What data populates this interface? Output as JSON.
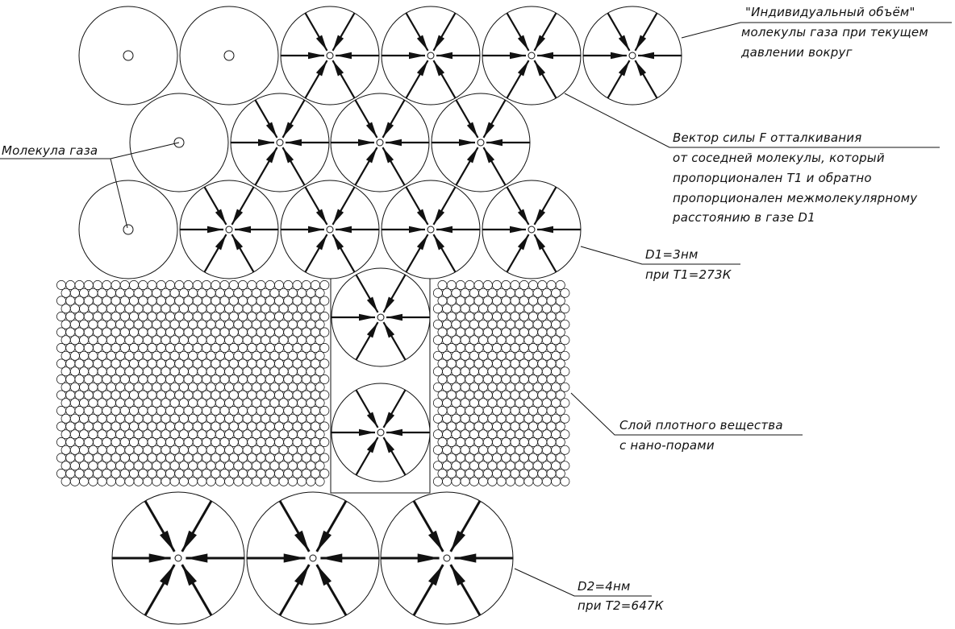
{
  "diagram": {
    "labels": {
      "individual_volume": [
        "\"Индивидуальный  объём\"",
        "молекулы газа при текущем",
        "давлении вокруг"
      ],
      "gas_molecule": "Молекула газа",
      "force_vector": [
        "Вектор силы F отталкивания",
        "от соседней молекулы, который",
        "пропорционален  Т1 и обратно",
        "пропорционален межмолекулярному",
        "расстоянию  в газе  D1"
      ],
      "d1": [
        "D1=3нм",
        "при Т1=273К"
      ],
      "dense_layer": [
        "Слой плотного вещества",
        "с нано-порами"
      ],
      "d2": [
        "D2=4нм",
        "при Т2=647К"
      ]
    }
  }
}
